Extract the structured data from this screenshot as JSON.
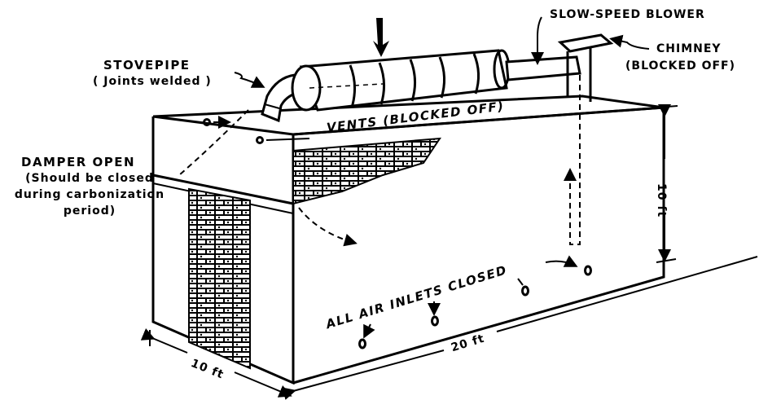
{
  "diagram": {
    "title": "",
    "labels": {
      "stovepipe": "STOVEPIPE",
      "stovepipe_note": "( Joints welded )",
      "damper": "DAMPER OPEN",
      "damper_note_1": "(Should be closed",
      "damper_note_2": "during carbonization",
      "damper_note_3": "period)",
      "vents": "VENTS (BLOCKED OFF)",
      "blower": "SLOW-SPEED BLOWER",
      "chimney": "CHIMNEY",
      "chimney_note": "(BLOCKED OFF)",
      "air_inlets": "ALL AIR INLETS CLOSED"
    },
    "dimensions": {
      "height": "10 ft",
      "length": "20 ft",
      "width": "10 ft"
    },
    "colors": {
      "ink": "#000000",
      "paper": "#ffffff"
    }
  }
}
